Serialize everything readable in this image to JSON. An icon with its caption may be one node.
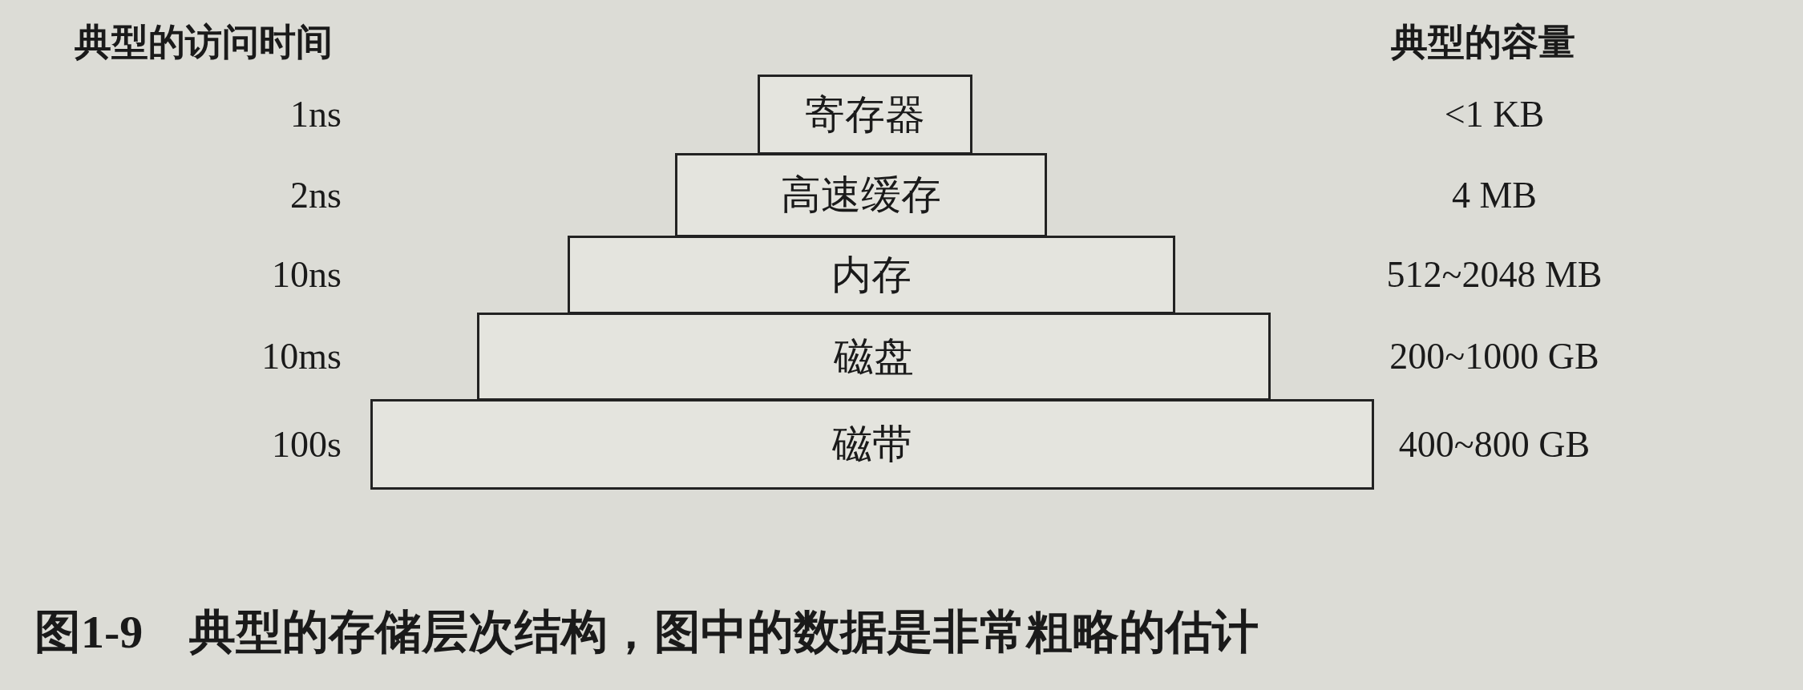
{
  "diagram": {
    "caption": "图1-9　典型的存储层次结构，图中的数据是非常粗略的估计",
    "nodes": [
      {
        "text": [
          "寄存器"
        ]
      },
      {
        "text": [
          "高速缓存"
        ]
      },
      {
        "text": [
          "内存"
        ]
      },
      {
        "text": [
          "磁盘"
        ]
      },
      {
        "text": [
          "磁带"
        ]
      }
    ],
    "labels": [
      "典型的访问时间",
      "典型的容量",
      "1ns",
      "<1 KB",
      "2ns",
      "4 MB",
      "10ns",
      "512~2048 MB",
      "10ms",
      "200~1000 GB",
      "100s",
      "400~800 GB"
    ]
  }
}
